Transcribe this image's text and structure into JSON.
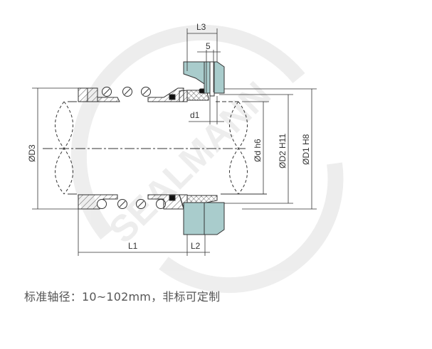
{
  "drawing": {
    "title": "Mechanical seal dimension drawing",
    "watermark": "SEALMANN",
    "seat_color": "#a9cccc",
    "labels": {
      "L3": "L3",
      "five": "5",
      "d1": "d1",
      "D3": "ØD3",
      "d_h6": "Ød h6",
      "D2_H11": "ØD2 H11",
      "D1_H8": "ØD1 H8",
      "L1": "L1",
      "L2": "L2"
    }
  },
  "caption": "标准轴径：10~102mm，非标可定制"
}
